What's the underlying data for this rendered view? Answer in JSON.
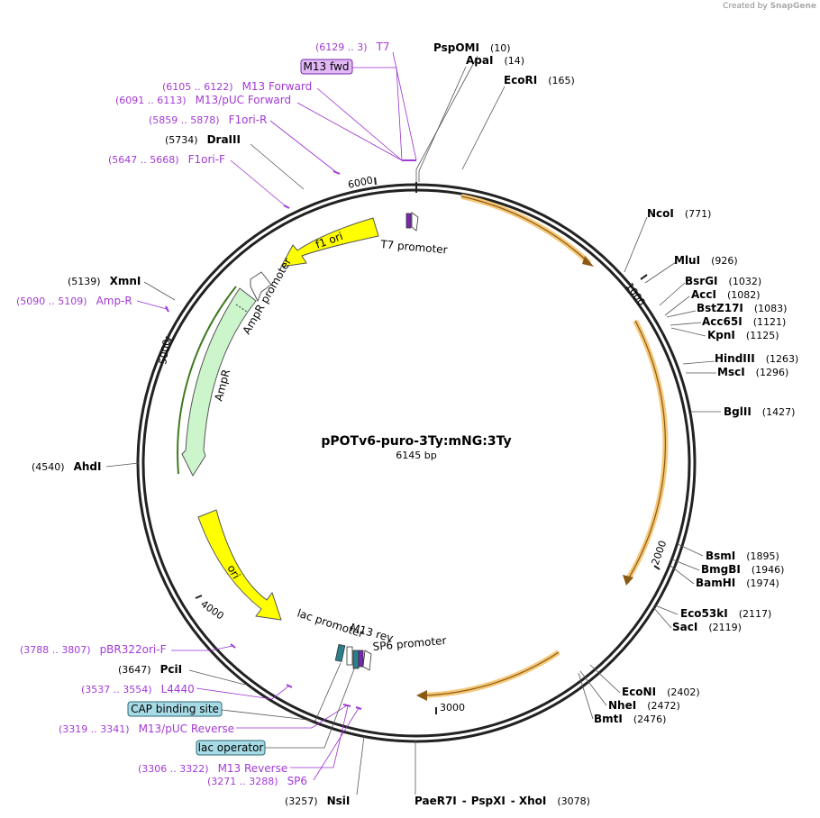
{
  "credit": {
    "prefix": "Created by",
    "brand": "SnapGene"
  },
  "plasmid": {
    "name": "pPOTv6-puro-3Ty:mNG:3Ty",
    "length_label": "6145 bp"
  },
  "ring_ticks": [
    "1000",
    "2000",
    "3000",
    "4000",
    "5000",
    "6000"
  ],
  "enzymes": [
    {
      "name": "PspOMI",
      "pos": "(10)"
    },
    {
      "name": "ApaI",
      "pos": "(14)"
    },
    {
      "name": "EcoRI",
      "pos": "(165)"
    },
    {
      "name": "NcoI",
      "pos": "(771)"
    },
    {
      "name": "MluI",
      "pos": "(926)"
    },
    {
      "name": "BsrGI",
      "pos": "(1032)"
    },
    {
      "name": "AccI",
      "pos": "(1082)"
    },
    {
      "name": "BstZ17I",
      "pos": "(1083)"
    },
    {
      "name": "Acc65I",
      "pos": "(1121)"
    },
    {
      "name": "KpnI",
      "pos": "(1125)"
    },
    {
      "name": "HindIII",
      "pos": "(1263)"
    },
    {
      "name": "MscI",
      "pos": "(1296)"
    },
    {
      "name": "BglII",
      "pos": "(1427)"
    },
    {
      "name": "BsmI",
      "pos": "(1895)"
    },
    {
      "name": "BmgBI",
      "pos": "(1946)"
    },
    {
      "name": "BamHI",
      "pos": "(1974)"
    },
    {
      "name": "Eco53kI",
      "pos": "(2117)"
    },
    {
      "name": "SacI",
      "pos": "(2119)"
    },
    {
      "name": "EcoNI",
      "pos": "(2402)"
    },
    {
      "name": "NheI",
      "pos": "(2472)"
    },
    {
      "name": "BmtI",
      "pos": "(2476)"
    },
    {
      "name": "PaeR7I",
      "pos": ""
    },
    {
      "name": "PspXI",
      "pos": ""
    },
    {
      "name": "XhoI",
      "pos": "(3078)"
    },
    {
      "name": "NsiI",
      "pos": "(3257)"
    },
    {
      "name": "PciI",
      "pos": "(3647)"
    },
    {
      "name": "AhdI",
      "pos": "(4540)"
    },
    {
      "name": "XmnI",
      "pos": "(5139)"
    },
    {
      "name": "DraIII",
      "pos": "(5734)"
    }
  ],
  "primers": [
    {
      "name": "T7",
      "pos": "(6129 .. 3)"
    },
    {
      "name": "M13 fwd",
      "pos": ""
    },
    {
      "name": "M13 Forward",
      "pos": "(6105 .. 6122)"
    },
    {
      "name": "M13/pUC Forward",
      "pos": "(6091 .. 6113)"
    },
    {
      "name": "F1ori-R",
      "pos": "(5859 .. 5878)"
    },
    {
      "name": "F1ori-F",
      "pos": "(5647 .. 5668)"
    },
    {
      "name": "Amp-R",
      "pos": "(5090 .. 5109)"
    },
    {
      "name": "pBR322ori-F",
      "pos": "(3788 .. 3807)"
    },
    {
      "name": "L4440",
      "pos": "(3537 .. 3554)"
    },
    {
      "name": "CAP binding site",
      "pos": ""
    },
    {
      "name": "M13/pUC Reverse",
      "pos": "(3319 .. 3341)"
    },
    {
      "name": "lac operator",
      "pos": ""
    },
    {
      "name": "M13 Reverse",
      "pos": "(3306 .. 3322)"
    },
    {
      "name": "SP6",
      "pos": "(3271 .. 3288)"
    }
  ],
  "features": {
    "t7_promoter": "T7 promoter",
    "f1_ori": "f1 ori",
    "ampr_promoter": "AmpR promoter",
    "ampr": "AmpR",
    "ori": "ori",
    "lac_promoter": "lac promoter",
    "m13_rev": "M13 rev",
    "sp6_promoter": "SP6 promoter"
  },
  "colors": {
    "backbone": "#222222",
    "ori_arrow": "#ffff00",
    "ampr_arrow": "#ccf5cc",
    "orf_highlight": "#f6c878",
    "orf_line": "#8a5a14",
    "primer": "#a23ad6",
    "primer_box_fill": "#e2b8f5",
    "cyan_box_fill": "#a6dbe6"
  }
}
